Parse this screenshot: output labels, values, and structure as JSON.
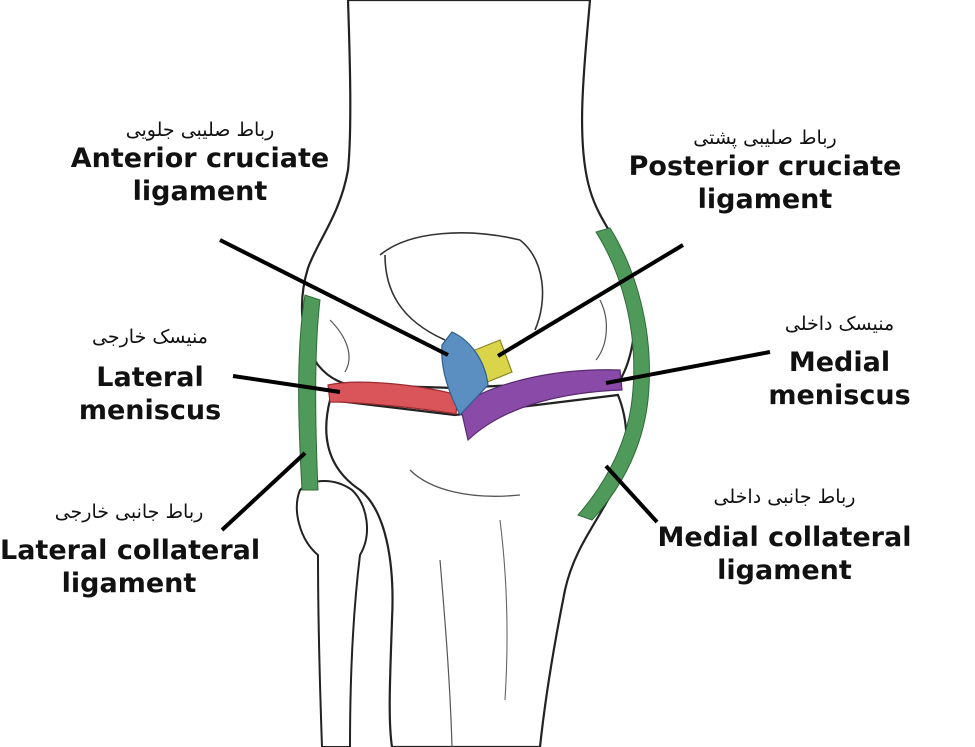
{
  "labels": {
    "acl": {
      "fa": "رباط صلیبی جلویی",
      "en1": "Anterior cruciate",
      "en2": "ligament"
    },
    "pcl": {
      "fa": "رباط صلیبی پشتی",
      "en1": "Posterior cruciate",
      "en2": "ligament"
    },
    "lateral_meniscus": {
      "fa": "منیسک خارجی",
      "en1": "Lateral",
      "en2": "meniscus"
    },
    "medial_meniscus": {
      "fa": "منیسک داخلی",
      "en1": "Medial",
      "en2": "meniscus"
    },
    "lcl": {
      "fa": "رباط جانبی خارجی",
      "en1": "Lateral collateral",
      "en2": "ligament"
    },
    "mcl": {
      "fa": "رباط جانبی داخلی",
      "en1": "Medial collateral",
      "en2": "ligament"
    }
  },
  "colors": {
    "acl": "#5b8fc2",
    "pcl": "#d9d44a",
    "lateral_meniscus": "#d9555a",
    "medial_meniscus": "#8a4aa8",
    "collateral": "#4f9a5a",
    "leader": "#000000",
    "bone_outline": "#222222"
  }
}
